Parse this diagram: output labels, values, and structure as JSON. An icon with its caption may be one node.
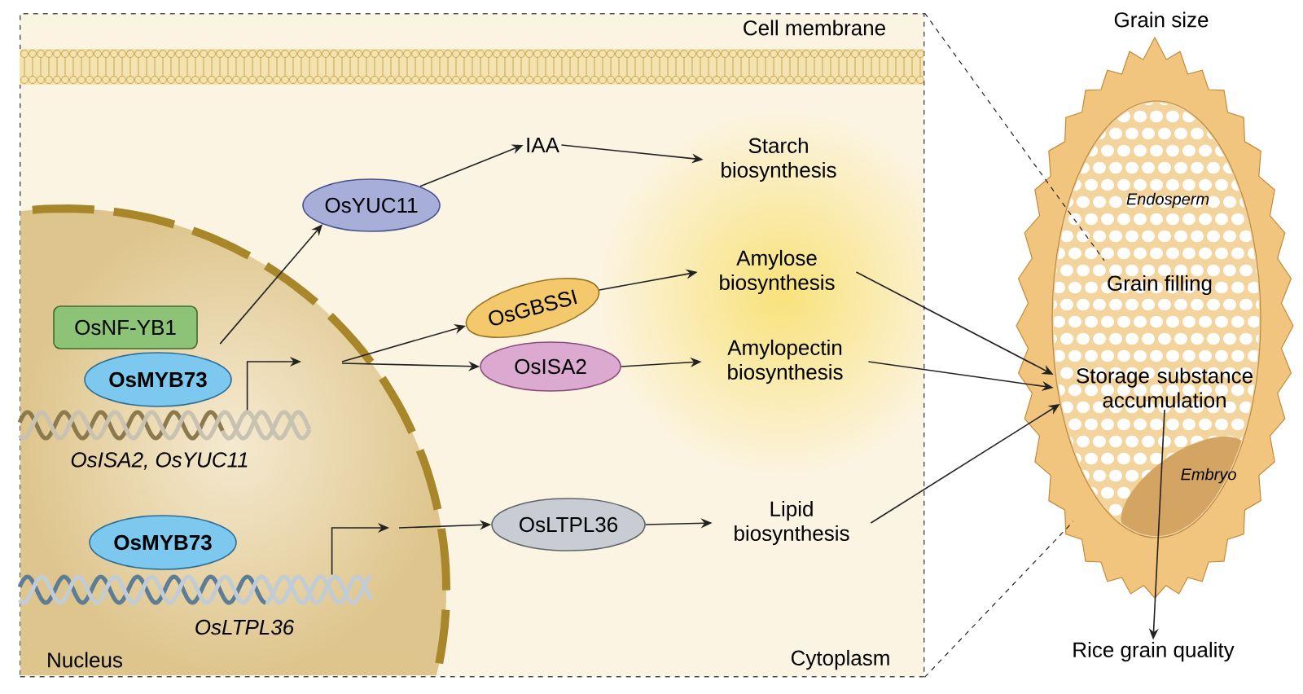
{
  "diagram": {
    "nodes": [
      {
        "text": [
          "Cell membrane",
          "Cytoplasm"
        ]
      },
      {
        "text": [
          "Nucleus"
        ],
        "in": 0
      },
      {
        "text": [
          "OsNF-YB1"
        ],
        "in": 1
      },
      {
        "text": [
          "OsMYB73"
        ],
        "in": 1
      },
      {
        "text": [
          "OsISA2, OsYUC11"
        ],
        "in": 1
      },
      {
        "text": [
          "OsMYB73"
        ],
        "in": 1
      },
      {
        "text": [
          "OsLTPL36"
        ],
        "in": 1
      },
      {
        "text": [
          "OsYUC11"
        ],
        "in": 0
      },
      {
        "text": [
          "IAA"
        ],
        "in": 0
      },
      {
        "text": [
          "Starch biosynthesis"
        ],
        "in": 0
      },
      {
        "text": [
          "OsGBSSI"
        ],
        "in": 0
      },
      {
        "text": [
          "Amylose biosynthesis"
        ],
        "in": 0
      },
      {
        "text": [
          "OsISA2"
        ],
        "in": 0
      },
      {
        "text": [
          "Amylopectin biosynthesis"
        ],
        "in": 0
      },
      {
        "text": [
          "OsLTPL36"
        ],
        "in": 0
      },
      {
        "text": [
          "Lipid biosynthesis"
        ],
        "in": 0
      },
      {
        "text": [
          "Grain size"
        ]
      },
      {
        "text": [
          "Storage substance accumulation"
        ],
        "in": 16
      },
      {
        "text": [
          "Rice grain quality"
        ]
      }
    ],
    "edges": [
      {
        "from": 3,
        "to": 7,
        "arrow": "to"
      },
      {
        "from": 4,
        "to": null,
        "arrow": "to"
      },
      {
        "from": null,
        "to": 10,
        "arrow": "to"
      },
      {
        "from": null,
        "to": 12,
        "arrow": "to"
      },
      {
        "from": 6,
        "to": null,
        "arrow": "to"
      },
      {
        "from": null,
        "to": 14,
        "arrow": "to"
      },
      {
        "from": 7,
        "to": 8,
        "arrow": "to"
      },
      {
        "from": 8,
        "to": 9,
        "arrow": "to"
      },
      {
        "from": 10,
        "to": 11,
        "arrow": "to"
      },
      {
        "from": 12,
        "to": 13,
        "arrow": "to"
      },
      {
        "from": 14,
        "to": 15,
        "arrow": "to"
      },
      {
        "from": 11,
        "to": 17,
        "arrow": "to"
      },
      {
        "from": 13,
        "to": 17,
        "arrow": "to"
      },
      {
        "from": 15,
        "to": 17,
        "arrow": "to"
      },
      {
        "from": 17,
        "to": 18,
        "arrow": "to"
      },
      {
        "from": 0,
        "to": 16,
        "arrow": "none",
        "style": "dashed"
      },
      {
        "from": 0,
        "to": 16,
        "arrow": "none",
        "style": "dashed"
      }
    ],
    "labels": [
      "Endosperm",
      "Grain filling",
      "Embryo"
    ]
  }
}
